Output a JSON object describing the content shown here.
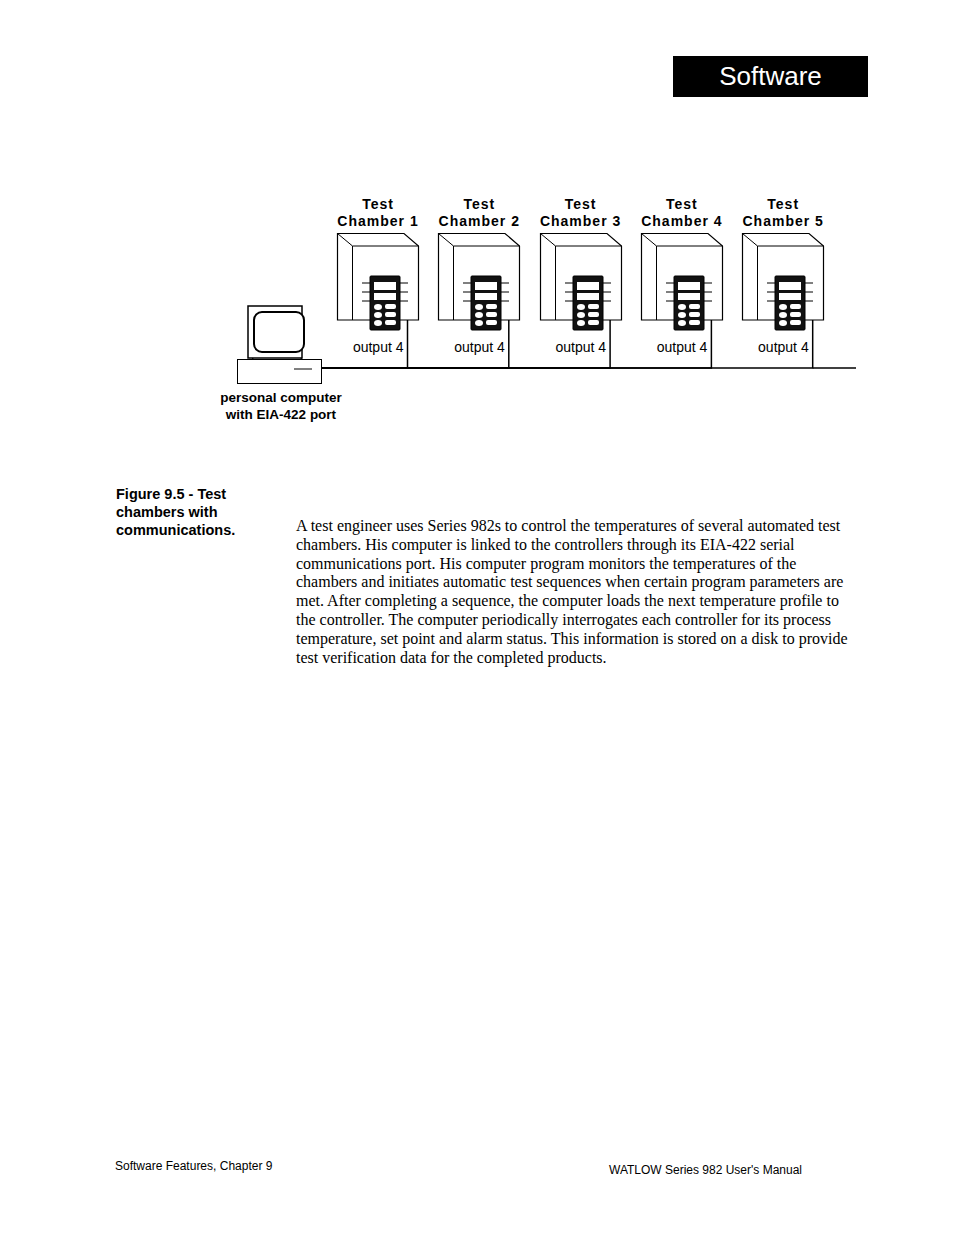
{
  "diagram": {
    "title": "Software",
    "caption": "Figure 9.5 - Test chambers with communications.",
    "nodes": [
      {
        "text": [
          "personal computer with EIA-422 port"
        ]
      },
      {
        "text": [
          "Test Chamber 1"
        ]
      },
      {
        "text": [
          "Test Chamber 2"
        ]
      },
      {
        "text": [
          "Test Chamber 3"
        ]
      },
      {
        "text": [
          "Test Chamber 4"
        ]
      },
      {
        "text": [
          "Test Chamber 5"
        ]
      }
    ],
    "edges": [
      {
        "from": 0,
        "to": 1,
        "arrow": "none",
        "label": "output 4"
      },
      {
        "from": 0,
        "to": 2,
        "arrow": "none",
        "label": "output 4"
      },
      {
        "from": 0,
        "to": 3,
        "arrow": "none",
        "label": "output 4"
      },
      {
        "from": 0,
        "to": 4,
        "arrow": "none",
        "label": "output 4"
      },
      {
        "from": 0,
        "to": 5,
        "arrow": "none",
        "label": "output 4"
      }
    ],
    "labels": [
      "A test engineer uses Series 982s to control the temperatures of several automated test chambers. His computer is linked to the controllers through its EIA-422 serial communications port. His computer program monitors the temperatures of the chambers and initiates automatic test sequences when certain program parameters are met. After completing a sequence, the computer loads the next temperature profile to the controller. The computer periodically interrogates each controller for its process temperature, set point and alarm status. This information is stored on a disk to provide test verification data for the completed products.",
      "Software Features, Chapter 9",
      "WATLOW Series 982 User's Manual"
    ]
  }
}
